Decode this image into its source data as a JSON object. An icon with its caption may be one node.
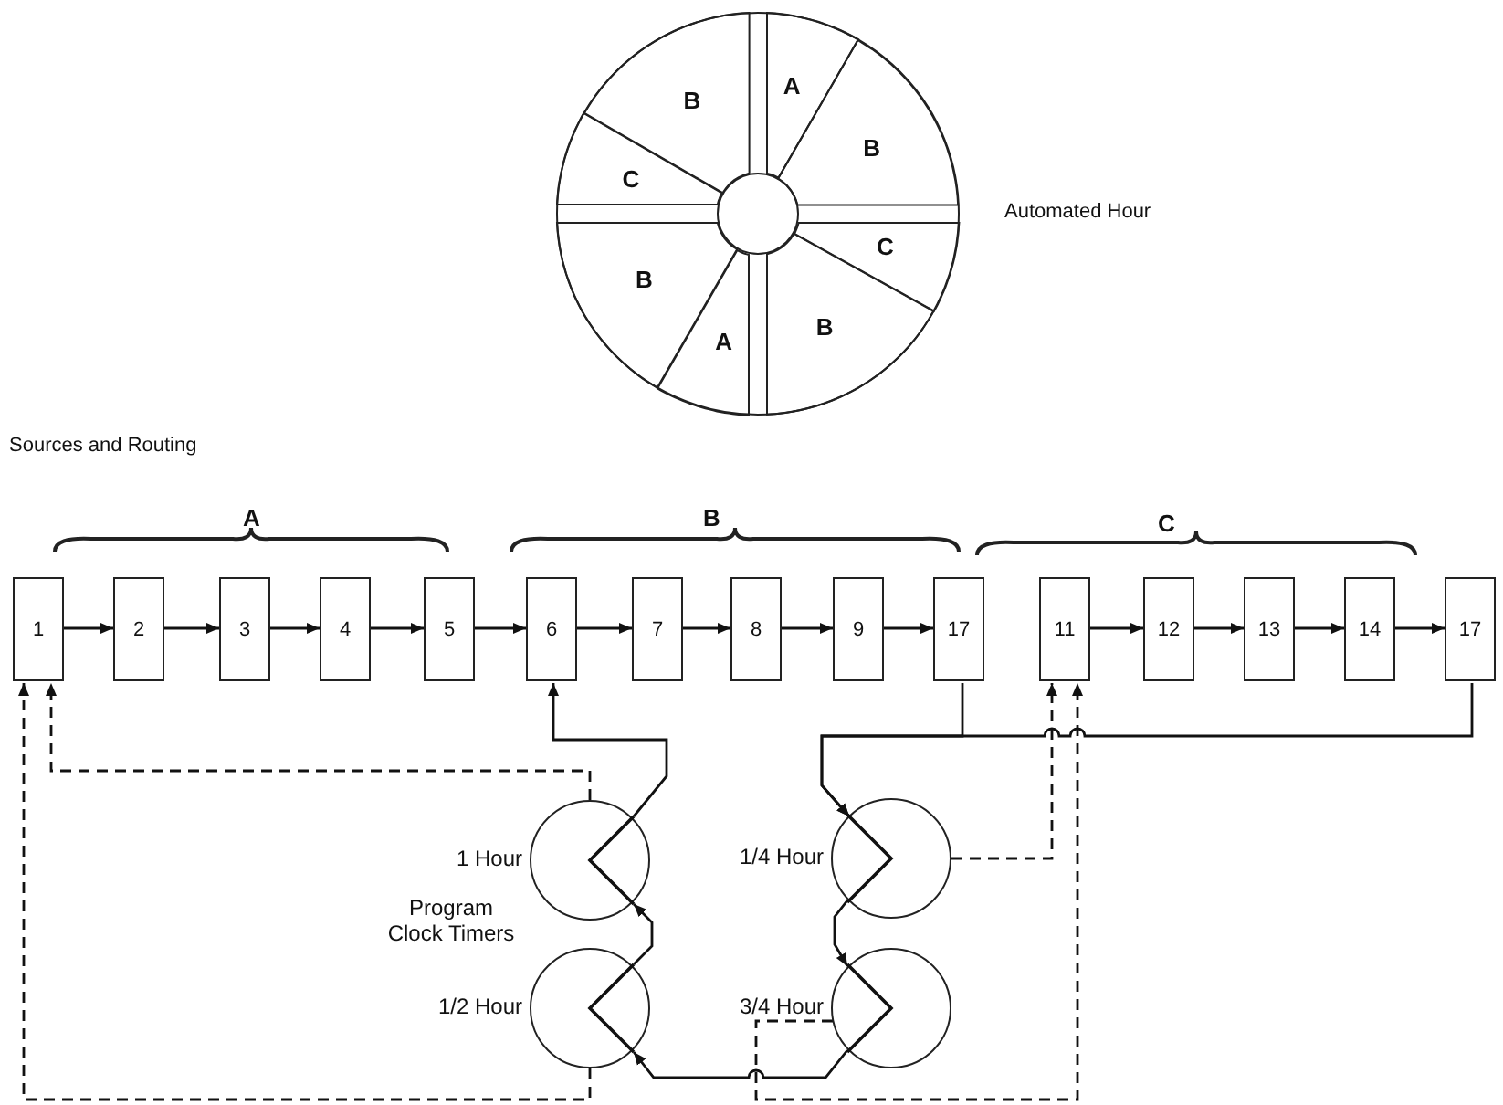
{
  "diagram": {
    "nodes": [
      {
        "text": [],
        "shape": "circle",
        "beside": [
          "Automated Hour"
        ]
      },
      {
        "text": [
          "B"
        ],
        "in": 0
      },
      {
        "text": [
          "A"
        ],
        "in": 0
      },
      {
        "text": [
          "C"
        ],
        "in": 0
      },
      {
        "text": [
          "B"
        ],
        "in": 0
      },
      {
        "text": [
          "B"
        ],
        "in": 0
      },
      {
        "text": [
          "C"
        ],
        "in": 0
      },
      {
        "text": [
          "A"
        ],
        "in": 0
      },
      {
        "text": [
          "B"
        ],
        "in": 0
      },
      {
        "text": [
          "1"
        ]
      },
      {
        "text": [
          "2"
        ]
      },
      {
        "text": [
          "3"
        ]
      },
      {
        "text": [
          "4"
        ]
      },
      {
        "text": [
          "5"
        ]
      },
      {
        "text": [
          "6"
        ]
      },
      {
        "text": [
          "7"
        ]
      },
      {
        "text": [
          "8"
        ]
      },
      {
        "text": [
          "9"
        ]
      },
      {
        "text": [
          "17"
        ]
      },
      {
        "text": [
          "11"
        ]
      },
      {
        "text": [
          "12"
        ]
      },
      {
        "text": [
          "13"
        ]
      },
      {
        "text": [
          "14"
        ]
      },
      {
        "text": [
          "17"
        ]
      },
      {
        "text": [
          "1 Hour"
        ]
      },
      {
        "text": [
          "1/2 Hour"
        ]
      },
      {
        "text": [
          "1/4 Hour"
        ]
      },
      {
        "text": [
          "3/4 Hour"
        ]
      }
    ],
    "edges": [
      {
        "from": 9,
        "to": 10,
        "arrow": "to"
      },
      {
        "from": 10,
        "to": 11,
        "arrow": "to"
      },
      {
        "from": 11,
        "to": 12,
        "arrow": "to"
      },
      {
        "from": 12,
        "to": 13,
        "arrow": "to"
      },
      {
        "from": 13,
        "to": 14,
        "arrow": "to"
      },
      {
        "from": 14,
        "to": 15,
        "arrow": "to"
      },
      {
        "from": 15,
        "to": 16,
        "arrow": "to"
      },
      {
        "from": 16,
        "to": 17,
        "arrow": "to"
      },
      {
        "from": 17,
        "to": 18,
        "arrow": "to"
      },
      {
        "from": 19,
        "to": 20,
        "arrow": "to"
      },
      {
        "from": 20,
        "to": 21,
        "arrow": "to"
      },
      {
        "from": 21,
        "to": 22,
        "arrow": "to"
      },
      {
        "from": 22,
        "to": 23,
        "arrow": "to"
      },
      {
        "from": 18,
        "to": 26,
        "arrow": "to"
      },
      {
        "from": 23,
        "to": 26,
        "arrow": "to"
      },
      {
        "from": 26,
        "to": 27,
        "arrow": "to"
      },
      {
        "from": 27,
        "to": 25,
        "arrow": "to"
      },
      {
        "from": 25,
        "to": 24,
        "arrow": "to"
      },
      {
        "from": 24,
        "to": 14,
        "arrow": "to"
      },
      {
        "from": 24,
        "to": 9,
        "arrow": "to",
        "style": "dashed"
      },
      {
        "from": 25,
        "to": 9,
        "arrow": "to",
        "style": "dashed"
      },
      {
        "from": 26,
        "to": 19,
        "arrow": "to",
        "style": "dashed"
      },
      {
        "from": 27,
        "to": 19,
        "arrow": "to",
        "style": "dashed"
      }
    ],
    "labels": [
      "Sources and Routing",
      "A",
      "B",
      "C",
      "Program Clock Timers"
    ]
  }
}
